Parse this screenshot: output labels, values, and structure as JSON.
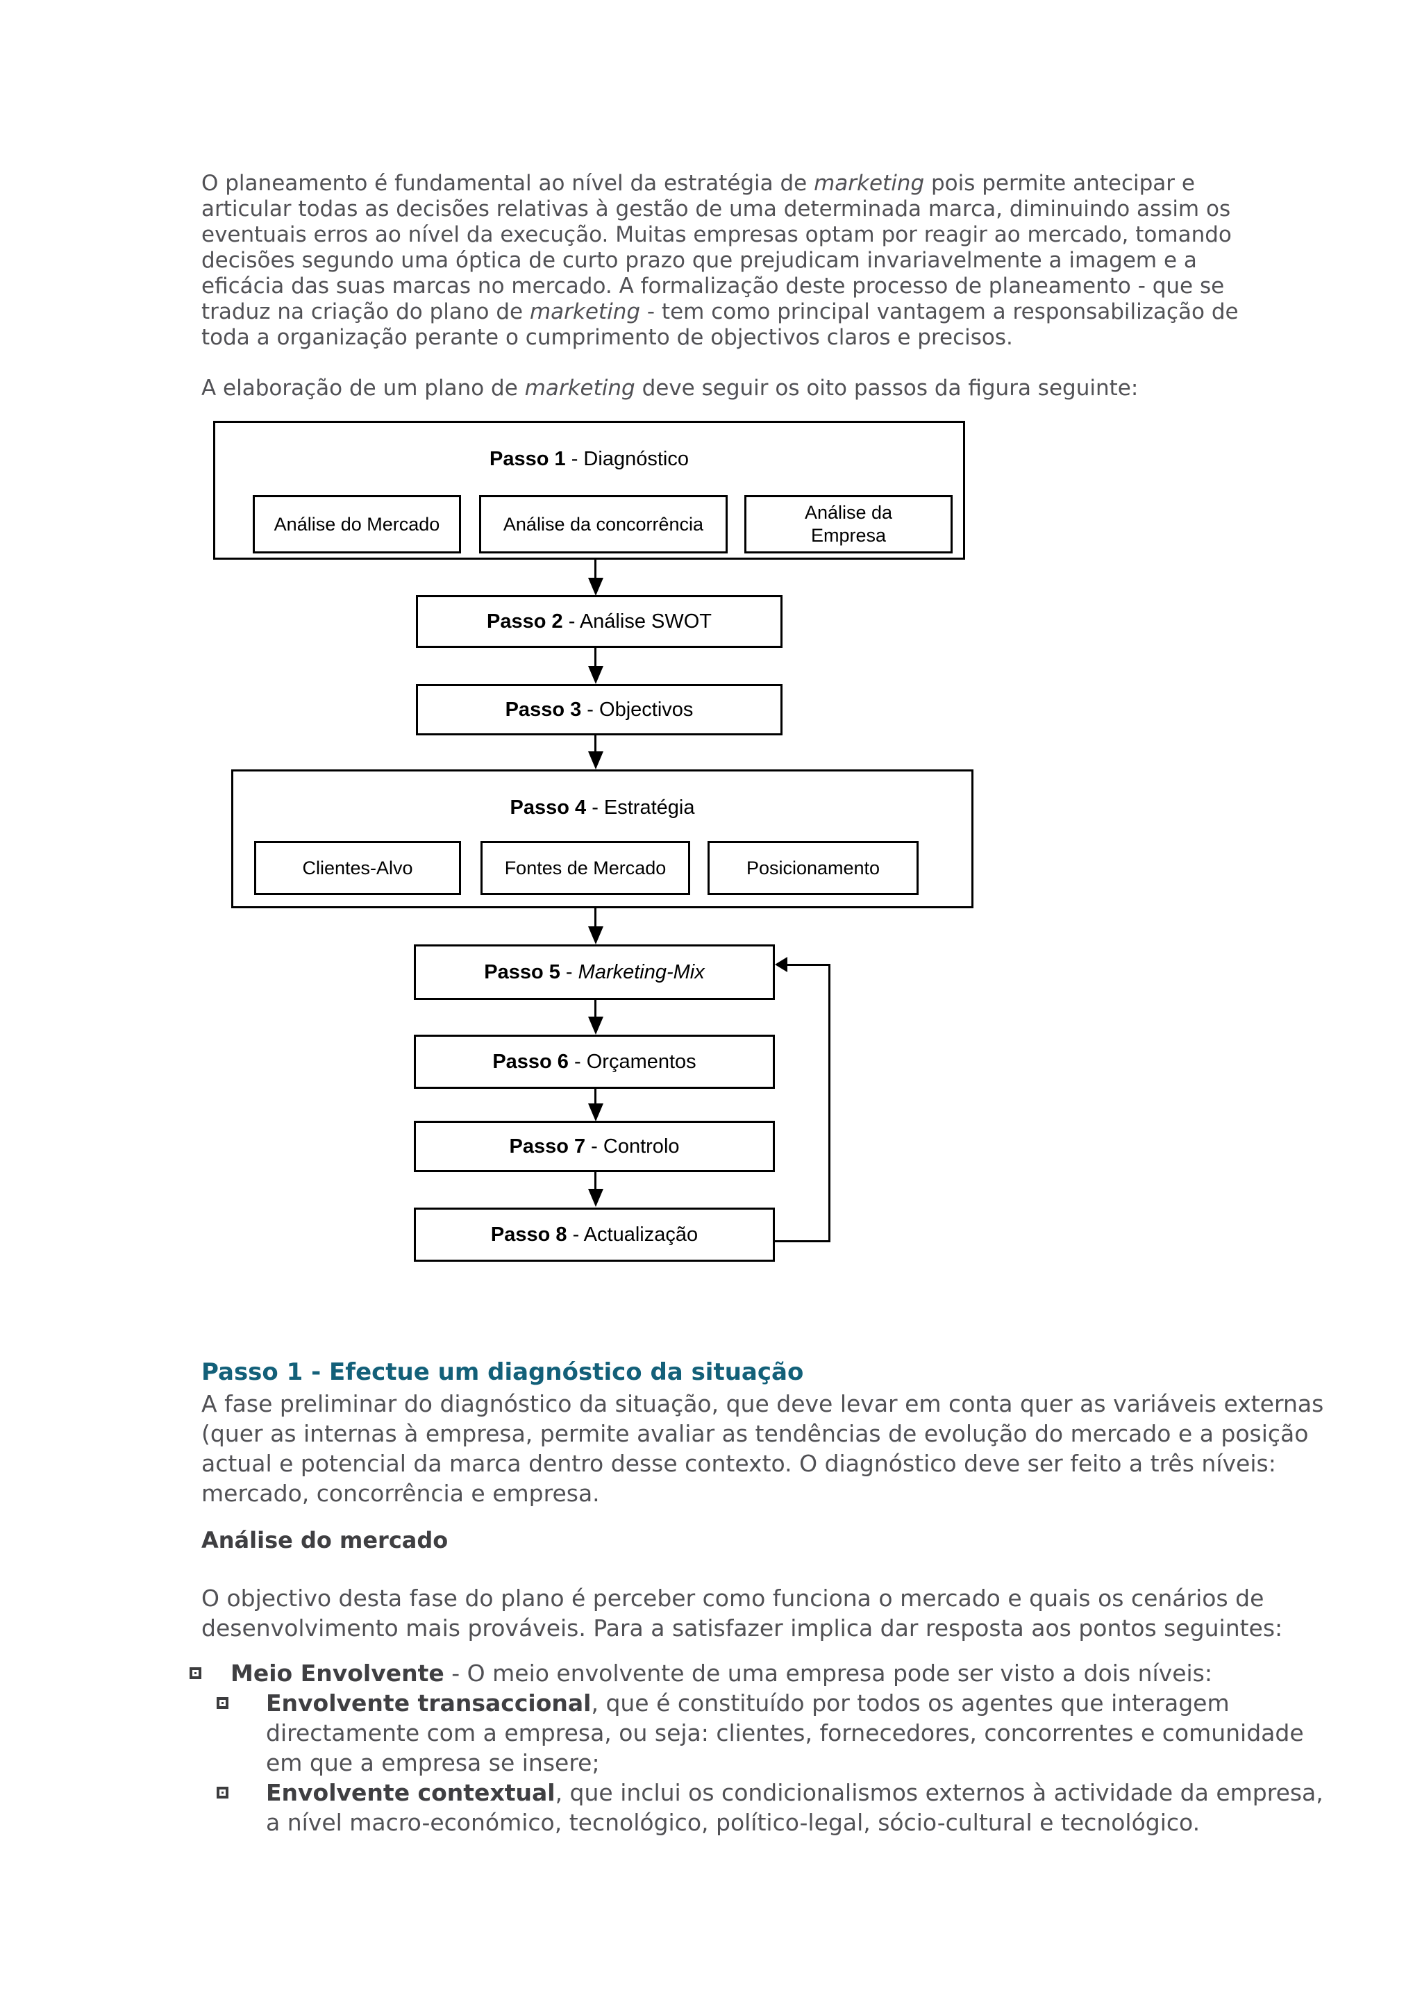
{
  "colors": {
    "heading_accent": "#136079",
    "body_text": "#515155",
    "diagram_border": "#000000",
    "page_background": "#ffffff"
  },
  "paragraphs": {
    "p1": {
      "seg0": "O planeamento é fundamental ao nível da estratégia de ",
      "seg1": "marketing",
      "seg2": " pois permite antecipar e articular todas as decisões relativas à gestão de uma determinada marca, diminuindo assim os eventuais erros ao nível da execução. Muitas empresas optam por reagir ao mercado, tomando decisões segundo uma óptica de curto prazo que prejudicam invariavelmente a imagem e a eficácia das suas marcas no mercado. A formalização deste processo de planeamento - que se traduz na criação do plano de ",
      "seg3": "marketing",
      "seg4": " - tem como principal vantagem a responsabilização de toda a organização perante o cumprimento de objectivos claros e precisos."
    },
    "p2": {
      "seg0": "A elaboração de um plano de ",
      "seg1": "marketing",
      "seg2": " deve seguir os oito passos da figura seguinte:"
    }
  },
  "flowchart": {
    "step1": {
      "bold": "Passo 1",
      "rest": " - Diagnóstico",
      "children": [
        "Análise do Mercado",
        "Análise da concorrência",
        "Análise da Empresa"
      ]
    },
    "step2": {
      "bold": "Passo 2",
      "rest": " - Análise SWOT"
    },
    "step3": {
      "bold": "Passo 3",
      "rest": " - Objectivos"
    },
    "step4": {
      "bold": "Passo 4",
      "rest": " - Estratégia",
      "children": [
        "Clientes-Alvo",
        "Fontes de Mercado",
        "Posicionamento"
      ]
    },
    "step5": {
      "bold": "Passo 5",
      "sep": " - ",
      "italic": "Marketing-Mix"
    },
    "step6": {
      "bold": "Passo 6",
      "rest": " - Orçamentos"
    },
    "step7": {
      "bold": "Passo 7",
      "rest": " - Controlo"
    },
    "step8": {
      "bold": "Passo 8",
      "rest": " - Actualização"
    }
  },
  "section": {
    "heading": "Passo 1 - Efectue um diagnóstico da situação",
    "p3": "A fase preliminar do diagnóstico da situação, que deve levar em conta quer as variáveis externas (quer as internas à empresa, permite avaliar as tendências de evolução do mercado e a posição actual e potencial da marca dentro desse contexto. O diagnóstico deve ser feito a três níveis: mercado, concorrência e empresa.",
    "subheading": "Análise do mercado",
    "p4": "O objectivo desta fase do plano é perceber como funciona o mercado e quais os cenários de desenvolvimento mais prováveis. Para a satisfazer implica dar resposta aos pontos seguintes:"
  },
  "bullets": {
    "b1": {
      "bold": "Meio Envolvente",
      "rest": " - O meio envolvente de uma empresa pode ser visto a dois níveis:"
    },
    "b1_1": {
      "bold": "Envolvente transaccional",
      "rest": ", que é constituído por todos os agentes que interagem directamente com a empresa, ou seja: clientes, fornecedores, concorrentes e comunidade em que a empresa se insere;"
    },
    "b1_2": {
      "bold": "Envolvente contextual",
      "rest": ", que inclui os condicionalismos externos à actividade da empresa, a nível macro-económico, tecnológico, político-legal, sócio-cultural e tecnológico."
    }
  }
}
